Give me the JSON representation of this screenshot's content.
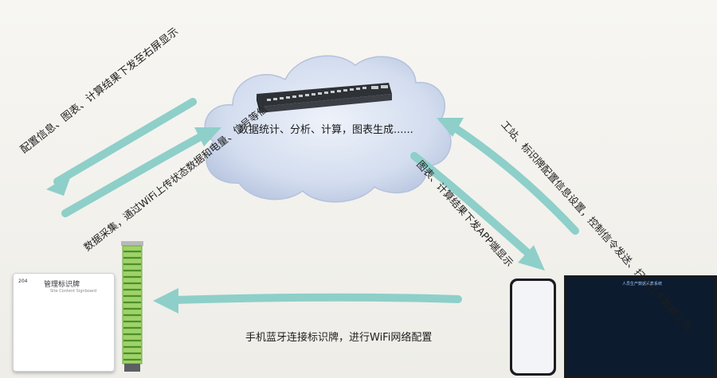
{
  "cloud": {
    "label": "数据统计、分析、计算，图表生成......",
    "icon": "network-switch-icon"
  },
  "arrows": {
    "cloud_to_sign": "配置信息、图表、计算结果下发至右屏显示",
    "sign_to_cloud": "数据采集，通过WiFi上传状态数据和电量、信号等信",
    "cloud_to_app": "图表、计算结果下发APP端显示",
    "app_to_cloud": "工站、标识牌配置信息设置，控制信令发送、扫码打卡数据上传",
    "phone_to_sign": "手机蓝牙连接标识牌，进行WiFi网络配置"
  },
  "devices": {
    "sign_title": "管理标识牌",
    "sign_subtitle": "Site Content Signboard",
    "sign_tag": "204",
    "monitor_title": "人员生产数据采集系统"
  },
  "colors": {
    "arrow": "#8ecfc9",
    "cloud": "#dce4f2",
    "accent_green": "#6cc04a"
  }
}
